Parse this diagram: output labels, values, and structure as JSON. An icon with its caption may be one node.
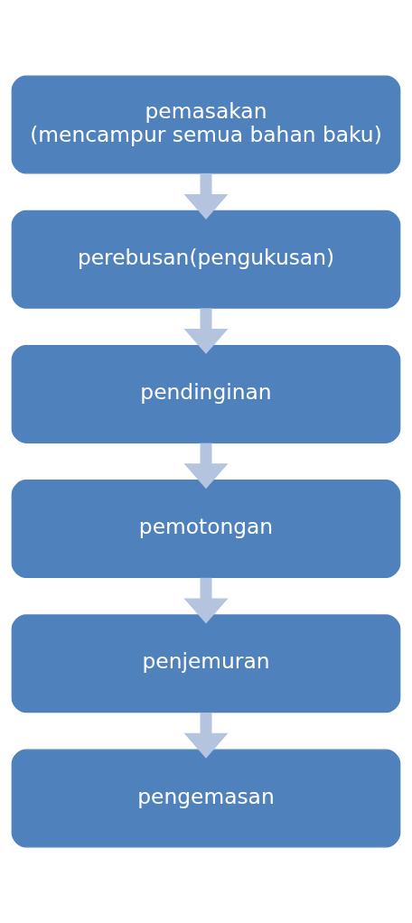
{
  "diagram": {
    "nodes": [
      {
        "text": [
          "pemasakan",
          "(mencampur semua bahan baku)"
        ]
      },
      {
        "text": [
          "perebusan(pengukusan)"
        ]
      },
      {
        "text": [
          "pendinginan"
        ]
      },
      {
        "text": [
          "pemotongan"
        ]
      },
      {
        "text": [
          "penjemuran"
        ]
      },
      {
        "text": [
          "pengemasan"
        ]
      }
    ],
    "edges": [
      {
        "from": 0,
        "to": 1,
        "arrow": "to"
      },
      {
        "from": 1,
        "to": 2,
        "arrow": "to"
      },
      {
        "from": 2,
        "to": 3,
        "arrow": "to"
      },
      {
        "from": 3,
        "to": 4,
        "arrow": "to"
      },
      {
        "from": 4,
        "to": 5,
        "arrow": "to"
      }
    ]
  }
}
